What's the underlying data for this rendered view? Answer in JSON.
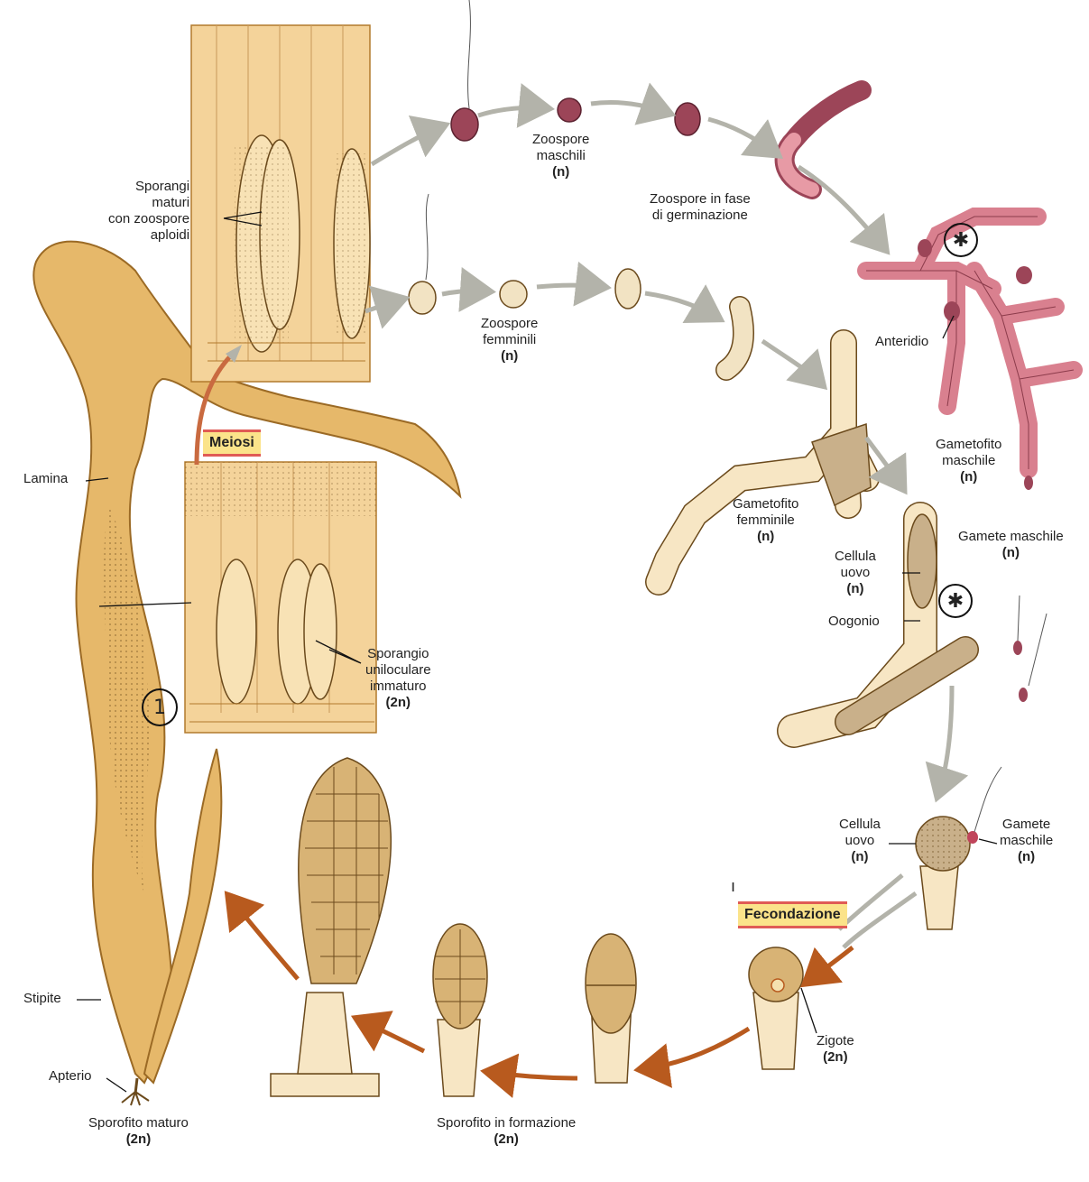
{
  "colors": {
    "sporophyte": "#e6b86a",
    "sporophyte_dark": "#b27a2c",
    "tissue": "#f4d39a",
    "male": "#d9808f",
    "male_dark": "#8c3b4b",
    "female_cell": "#f7e6c4",
    "arrow_gray": "#b3b3aa",
    "arrow_brown": "#b85a1e",
    "tag_fill": "#fbe38a",
    "tag_border": "#e05b55"
  },
  "labels": {
    "sporangi_maturi": [
      "Sporangi",
      "maturi",
      "con zoospore",
      "aploidi"
    ],
    "zoospore_maschili": [
      "Zoospore",
      "maschili"
    ],
    "zoospore_maschili_ploidy": "(n)",
    "zoospore_germinazione": [
      "Zoospore in fase",
      "di germinazione"
    ],
    "zoospore_femminili": [
      "Zoospore",
      "femminili"
    ],
    "zoospore_femminili_ploidy": "(n)",
    "anteridio": "Anteridio",
    "gametofito_maschile": [
      "Gametofito",
      "maschile"
    ],
    "gametofito_maschile_ploidy": "(n)",
    "gamete_maschile_1": "Gamete maschile",
    "gamete_maschile_1_ploidy": "(n)",
    "gametofito_femminile": [
      "Gametofito",
      "femminile"
    ],
    "gametofito_femminile_ploidy": "(n)",
    "cellula_uovo_1": [
      "Cellula",
      "uovo"
    ],
    "cellula_uovo_1_ploidy": "(n)",
    "oogonio": "Oogonio",
    "lamina": "Lamina",
    "sporangio_uniloculare": [
      "Sporangio",
      "uniloculare",
      "immaturo"
    ],
    "sporangio_uniloculare_ploidy": "(2n)",
    "cellula_uovo_2": [
      "Cellula",
      "uovo"
    ],
    "cellula_uovo_2_ploidy": "(n)",
    "gamete_maschile_2": [
      "Gamete",
      "maschile"
    ],
    "gamete_maschile_2_ploidy": "(n)",
    "zigote": "Zigote",
    "zigote_ploidy": "(2n)",
    "stipite": "Stipite",
    "apterio": "Apterio",
    "sporofito_maturo": "Sporofito maturo",
    "sporofito_maturo_ploidy": "(2n)",
    "sporofito_formazione": "Sporofito in formazione",
    "sporofito_formazione_ploidy": "(2n)"
  },
  "tags": {
    "meiosi": "Meiosi",
    "fecondazione": "Fecondazione"
  },
  "annotations": {
    "asterisk_1": "✱",
    "asterisk_2": "✱",
    "number_one": "1",
    "tick": "ı"
  }
}
